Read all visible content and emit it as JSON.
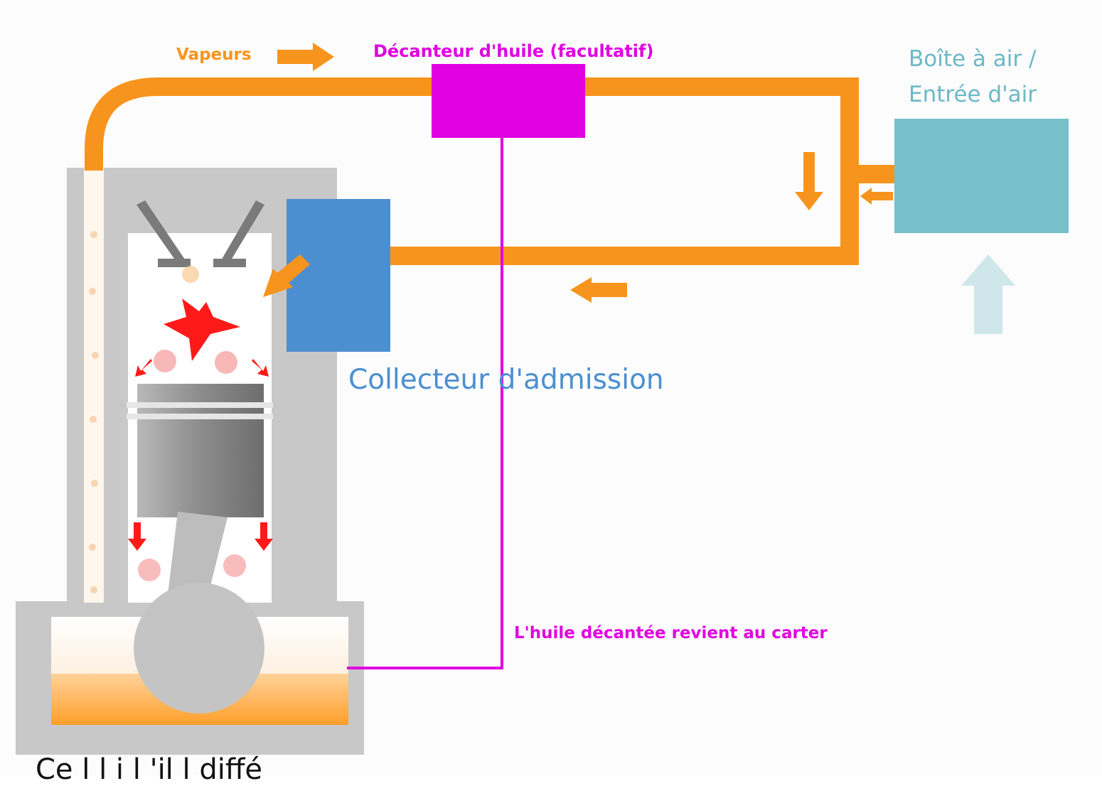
{
  "labels": {
    "vapeurs": "Vapeurs",
    "decanteur": "Décanteur d'huile (facultatif)",
    "boite_line1": "Boîte à air /",
    "boite_line2": "Entrée d'air",
    "collecteur": "Collecteur d'admission",
    "huile_retour": "L'huile décantée revient au carter",
    "caption_fragment": "Ce                      l                        l                          i                       l              'il        l        diffé"
  },
  "colors": {
    "vapor_pipe": "#f7941d",
    "decanter": "#e000e0",
    "oil_return_line": "#e000e0",
    "intake_manifold": "#4b8fd0",
    "airbox": "#76bfcb",
    "air_arrow": "#cfe7ea",
    "engine_block": "#c8c8c8",
    "piston": "#8a8a8a",
    "valve": "#7a7a7a",
    "explosion": "#ff1a1a",
    "oil_sump": "#ffb347"
  },
  "icons": {
    "explosion": "star-burst-icon",
    "flow_arrow": "arrow-icon"
  }
}
